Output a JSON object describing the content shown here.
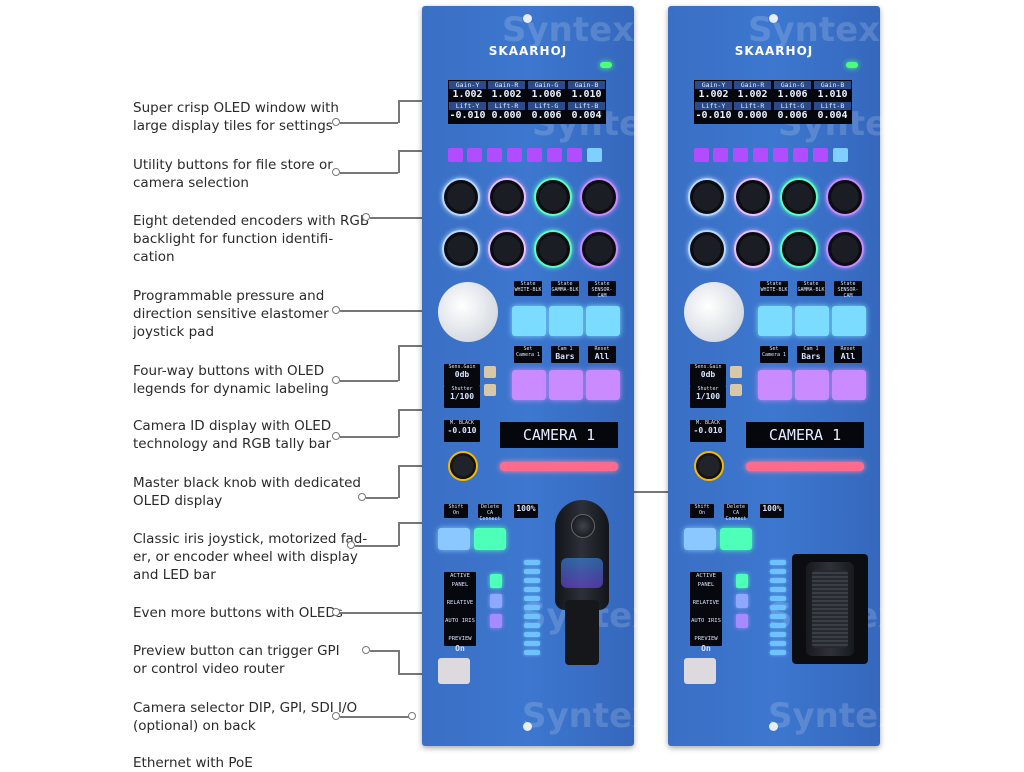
{
  "descriptions": [
    {
      "text": "Super crisp OLED window with\nlarge display tiles for settings"
    },
    {
      "text": "Utility buttons for file store or\ncamera selection"
    },
    {
      "text": "Eight detended encoders with RGB\nbacklight for function identifi-\ncation"
    },
    {
      "text": "Programmable pressure and\ndirection sensitive elastomer\njoystick pad"
    },
    {
      "text": "Four-way buttons with OLED\nlegends for dynamic labeling"
    },
    {
      "text": "Camera ID display with OLED\ntechnology and RGB tally bar"
    },
    {
      "text": "Master black knob with dedicated\nOLED display"
    },
    {
      "text": "Classic iris joystick, motorized fad-\ner, or encoder wheel with display\nand LED bar"
    },
    {
      "text": "Even more buttons with OLEDs"
    },
    {
      "text": "Preview button can trigger GPI\nor control video router"
    },
    {
      "text": "Camera selector DIP, GPI, SDI I/O\n(optional) on back"
    },
    {
      "text": "Ethernet with PoE"
    }
  ],
  "panels": [
    {
      "brand": "SKAARHOJ",
      "watermark": "Syntex",
      "oled_labels_top": [
        "Gain-Y",
        "Gain-R",
        "Gain-G",
        "Gain-B"
      ],
      "oled_values_top": [
        "1.002",
        "1.002",
        "1.006",
        "1.010"
      ],
      "oled_labels_bottom": [
        "Lift-Y",
        "Lift-R",
        "Lift-G",
        "Lift-B"
      ],
      "oled_values_bottom": [
        "-0.010",
        "0.000",
        "0.006",
        "0.004"
      ],
      "state_labels": [
        {
          "title": "State",
          "value": "WHITE-BLK"
        },
        {
          "title": "State",
          "value": "GAMMA-BLK"
        },
        {
          "title": "State",
          "value": "SENSOR-CAM"
        }
      ],
      "cam_labels": [
        {
          "title": "Set",
          "value": "Camera 1"
        },
        {
          "title": "Cam 1",
          "value": "Bars"
        },
        {
          "title": "Reset",
          "value": "All"
        }
      ],
      "sens_title": "Sens.Gain",
      "sens_value": "0db",
      "shutter_title": "Shutter",
      "shutter_value": "1/100",
      "master_title": "M. BLACK",
      "master_value": "-0.010",
      "camera_id": "CAMERA 1",
      "small_labels": [
        {
          "title": "Shift",
          "value": "On"
        },
        {
          "title": "Delete",
          "value": "CA Connect"
        },
        {
          "title": "",
          "value": "100%"
        }
      ],
      "stack_labels": [
        {
          "title": "ACTIVE",
          "value": "PANEL"
        },
        {
          "title": "",
          "value": "RELATIVE"
        },
        {
          "title": "",
          "value": "AUTO IRIS"
        },
        {
          "title": "PREVIEW",
          "value": "On"
        }
      ]
    },
    {
      "brand": "SKAARHOJ",
      "watermark": "Syntex",
      "oled_labels_top": [
        "Gain-Y",
        "Gain-R",
        "Gain-G",
        "Gain-B"
      ],
      "oled_values_top": [
        "1.002",
        "1.002",
        "1.006",
        "1.010"
      ],
      "oled_labels_bottom": [
        "Lift-Y",
        "Lift-R",
        "Lift-G",
        "Lift-B"
      ],
      "oled_values_bottom": [
        "-0.010",
        "0.000",
        "0.006",
        "0.004"
      ],
      "state_labels": [
        {
          "title": "State",
          "value": "WHITE-BLK"
        },
        {
          "title": "State",
          "value": "GAMMA-BLK"
        },
        {
          "title": "State",
          "value": "SENSOR-CAM"
        }
      ],
      "cam_labels": [
        {
          "title": "Set",
          "value": "Camera 1"
        },
        {
          "title": "Cam 1",
          "value": "Bars"
        },
        {
          "title": "Reset",
          "value": "All"
        }
      ],
      "sens_title": "Sens.Gain",
      "sens_value": "0db",
      "shutter_title": "Shutter",
      "shutter_value": "1/100",
      "master_title": "M. BLACK",
      "master_value": "-0.010",
      "camera_id": "CAMERA 1",
      "small_labels": [
        {
          "title": "Shift",
          "value": "On"
        },
        {
          "title": "Delete",
          "value": "CA Connect"
        },
        {
          "title": "",
          "value": "100%"
        }
      ],
      "stack_labels": [
        {
          "title": "ACTIVE",
          "value": "PANEL"
        },
        {
          "title": "",
          "value": "RELATIVE"
        },
        {
          "title": "",
          "value": "AUTO IRIS"
        },
        {
          "title": "PREVIEW",
          "value": "On"
        }
      ]
    }
  ],
  "colors": {
    "panel_blue": "#3a72c8",
    "utility_purple": "#b04cff",
    "tally": "#ff6b8d",
    "knob_ring": "#f5b800"
  }
}
